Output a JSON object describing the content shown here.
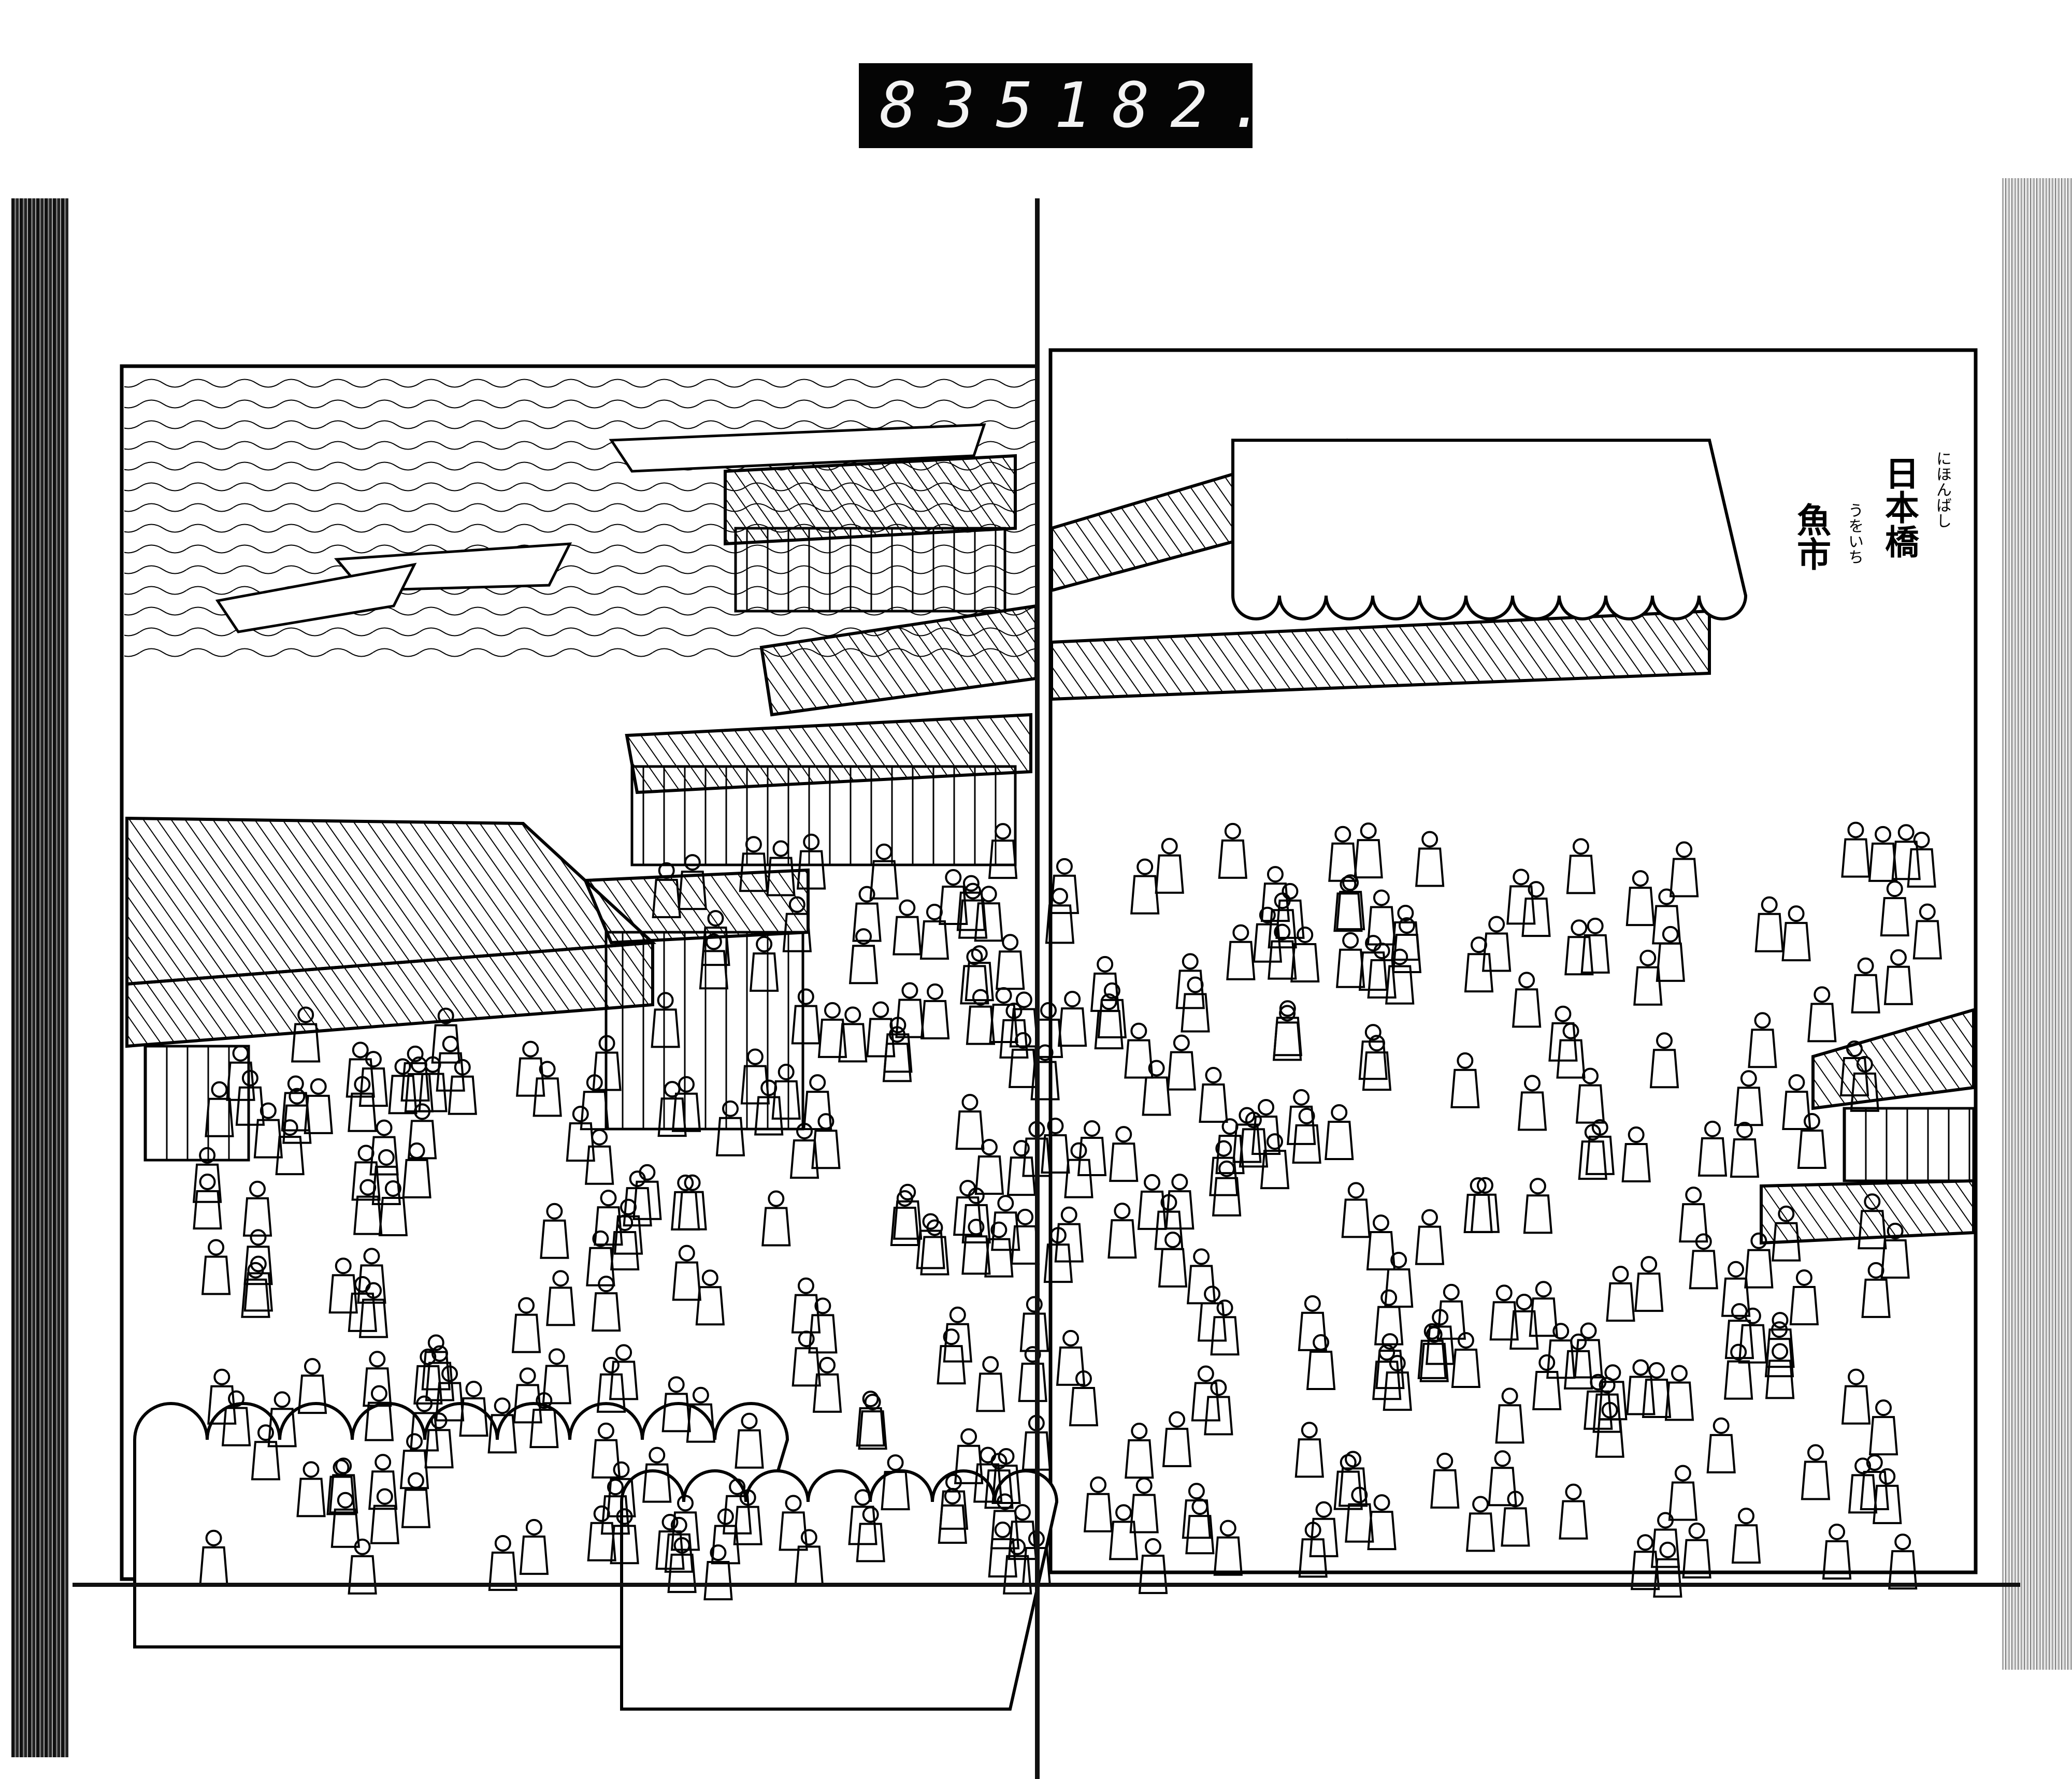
{
  "catalog_label": {
    "left_number": "835",
    "right_number": "182."
  },
  "illustration_title": {
    "place": "日本橋",
    "place_reading": "にほんばし",
    "subject": "魚市",
    "subject_reading": "うをいち"
  },
  "colors": {
    "ink": "#000000",
    "paper": "#ffffff",
    "label_bg": "#050505"
  }
}
